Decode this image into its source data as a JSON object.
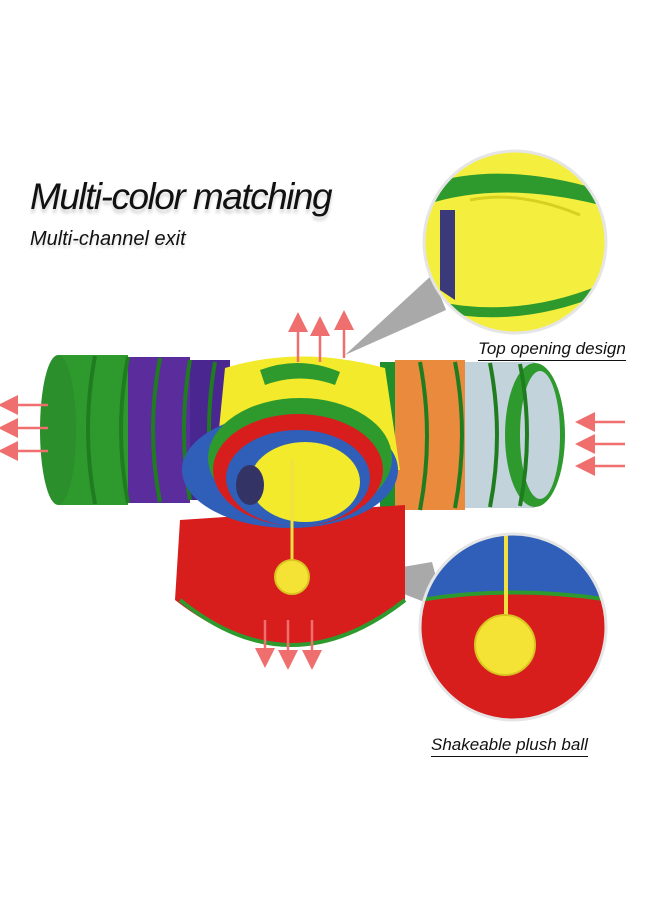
{
  "headline": "Multi-color matching",
  "subline": "Multi-channel exit",
  "callouts": {
    "top_opening": "Top opening design",
    "plush_ball": "Shakeable plush ball"
  },
  "colors": {
    "green": "#2e9a2e",
    "purple": "#5b2d9c",
    "yellow": "#f2ea2a",
    "orange": "#e98a3c",
    "light_blue": "#c3d3dc",
    "blue": "#2f5fb8",
    "red": "#d81d1d",
    "arrow": "#ef6f6f"
  }
}
